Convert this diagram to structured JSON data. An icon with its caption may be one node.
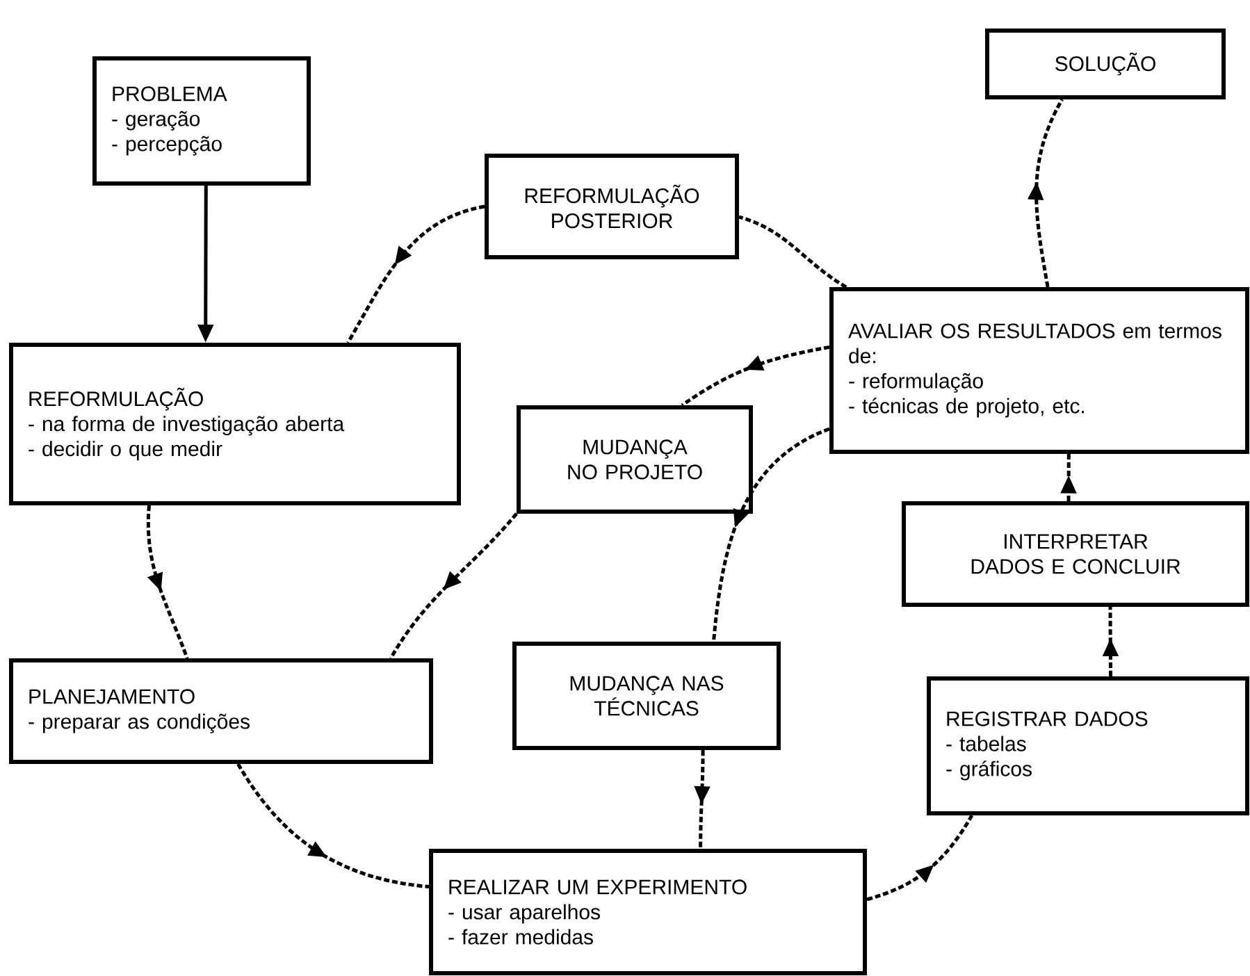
{
  "diagram": {
    "nodes": [
      {
        "text": [
          "PROBLEMA",
          "- geração",
          "- percepção"
        ]
      },
      {
        "text": [
          "REFORMULAÇÃO POSTERIOR"
        ]
      },
      {
        "text": [
          "SOLUÇÃO"
        ]
      },
      {
        "text": [
          "REFORMULAÇÃO",
          "- na forma de investigação aberta",
          "- decidir o que medir"
        ]
      },
      {
        "text": [
          "AVALIAR OS RESULTADOS em termos de:",
          "- reformulação",
          "- técnicas de projeto, etc."
        ]
      },
      {
        "text": [
          "MUDANÇA NO PROJETO"
        ]
      },
      {
        "text": [
          "INTERPRETAR DADOS E CONCLUIR"
        ]
      },
      {
        "text": [
          "PLANEJAMENTO",
          "- preparar as condições"
        ]
      },
      {
        "text": [
          "MUDANÇA NAS TÉCNICAS"
        ]
      },
      {
        "text": [
          "REGISTRAR DADOS",
          "- tabelas",
          "- gráficos"
        ]
      },
      {
        "text": [
          "REALIZAR UM EXPERIMENTO",
          "- usar aparelhos",
          "- fazer medidas"
        ]
      }
    ],
    "edges": [
      {
        "from": 0,
        "to": 3,
        "arrow": "to"
      },
      {
        "from": 4,
        "to": 1,
        "arrow": "none",
        "style": "dashed"
      },
      {
        "from": 1,
        "to": 3,
        "arrow": "to",
        "style": "dashed"
      },
      {
        "from": 3,
        "to": 7,
        "arrow": "to",
        "style": "dashed"
      },
      {
        "from": 7,
        "to": 10,
        "arrow": "to",
        "style": "dashed"
      },
      {
        "from": 10,
        "to": 9,
        "arrow": "to",
        "style": "dashed"
      },
      {
        "from": 9,
        "to": 6,
        "arrow": "to",
        "style": "dashed"
      },
      {
        "from": 6,
        "to": 4,
        "arrow": "to",
        "style": "dashed"
      },
      {
        "from": 4,
        "to": 2,
        "arrow": "to",
        "style": "dashed"
      },
      {
        "from": 4,
        "to": 5,
        "arrow": "to",
        "style": "dashed"
      },
      {
        "from": 5,
        "to": 7,
        "arrow": "to",
        "style": "dashed"
      },
      {
        "from": 4,
        "to": 8,
        "arrow": "to",
        "style": "dashed"
      },
      {
        "from": 8,
        "to": 10,
        "arrow": "to",
        "style": "dashed"
      }
    ]
  }
}
